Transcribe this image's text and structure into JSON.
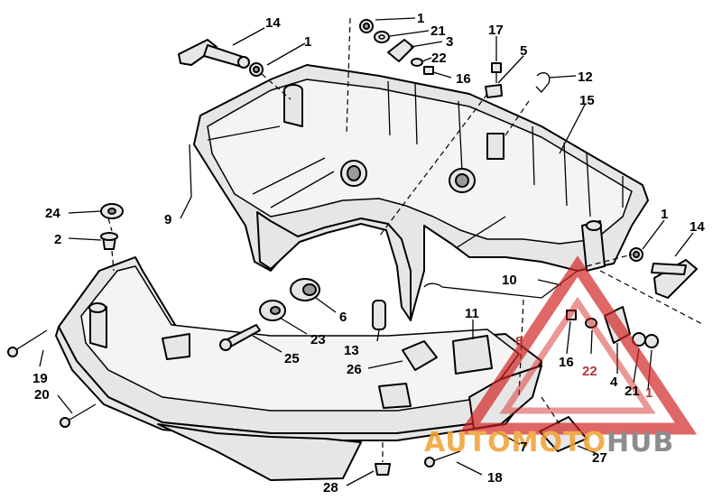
{
  "diagram": {
    "callouts": [
      {
        "id": "c14a",
        "text": "14"
      },
      {
        "id": "c1a",
        "text": "1"
      },
      {
        "id": "c9",
        "text": "9"
      },
      {
        "id": "c1b",
        "text": "1"
      },
      {
        "id": "c21a",
        "text": "21"
      },
      {
        "id": "c3",
        "text": "3"
      },
      {
        "id": "c22a",
        "text": "22"
      },
      {
        "id": "c16a",
        "text": "16"
      },
      {
        "id": "c17",
        "text": "17"
      },
      {
        "id": "c5",
        "text": "5"
      },
      {
        "id": "c12",
        "text": "12"
      },
      {
        "id": "c15",
        "text": "15"
      },
      {
        "id": "c24",
        "text": "24"
      },
      {
        "id": "c2",
        "text": "2"
      },
      {
        "id": "c1c",
        "text": "1"
      },
      {
        "id": "c14b",
        "text": "14"
      },
      {
        "id": "c10",
        "text": "10"
      },
      {
        "id": "c6",
        "text": "6"
      },
      {
        "id": "c23",
        "text": "23"
      },
      {
        "id": "c11",
        "text": "11"
      },
      {
        "id": "c13",
        "text": "13"
      },
      {
        "id": "c26",
        "text": "26"
      },
      {
        "id": "c19",
        "text": "19"
      },
      {
        "id": "c20",
        "text": "20"
      },
      {
        "id": "c25",
        "text": "25"
      },
      {
        "id": "c8",
        "text": "8"
      },
      {
        "id": "c16b",
        "text": "16"
      },
      {
        "id": "c22b",
        "text": "22"
      },
      {
        "id": "c4",
        "text": "4"
      },
      {
        "id": "c21b",
        "text": "21"
      },
      {
        "id": "c1d",
        "text": "1"
      },
      {
        "id": "c7",
        "text": "7"
      },
      {
        "id": "c27",
        "text": "27"
      },
      {
        "id": "c28",
        "text": "28"
      },
      {
        "id": "c18",
        "text": "18"
      }
    ]
  },
  "watermark": {
    "brand_part1": "AUTO",
    "brand_part2": "MOTO",
    "brand_part3": "HUB",
    "color_orange": "#f0a030",
    "color_gray": "#7a7a7a",
    "color_red": "#d02020"
  }
}
